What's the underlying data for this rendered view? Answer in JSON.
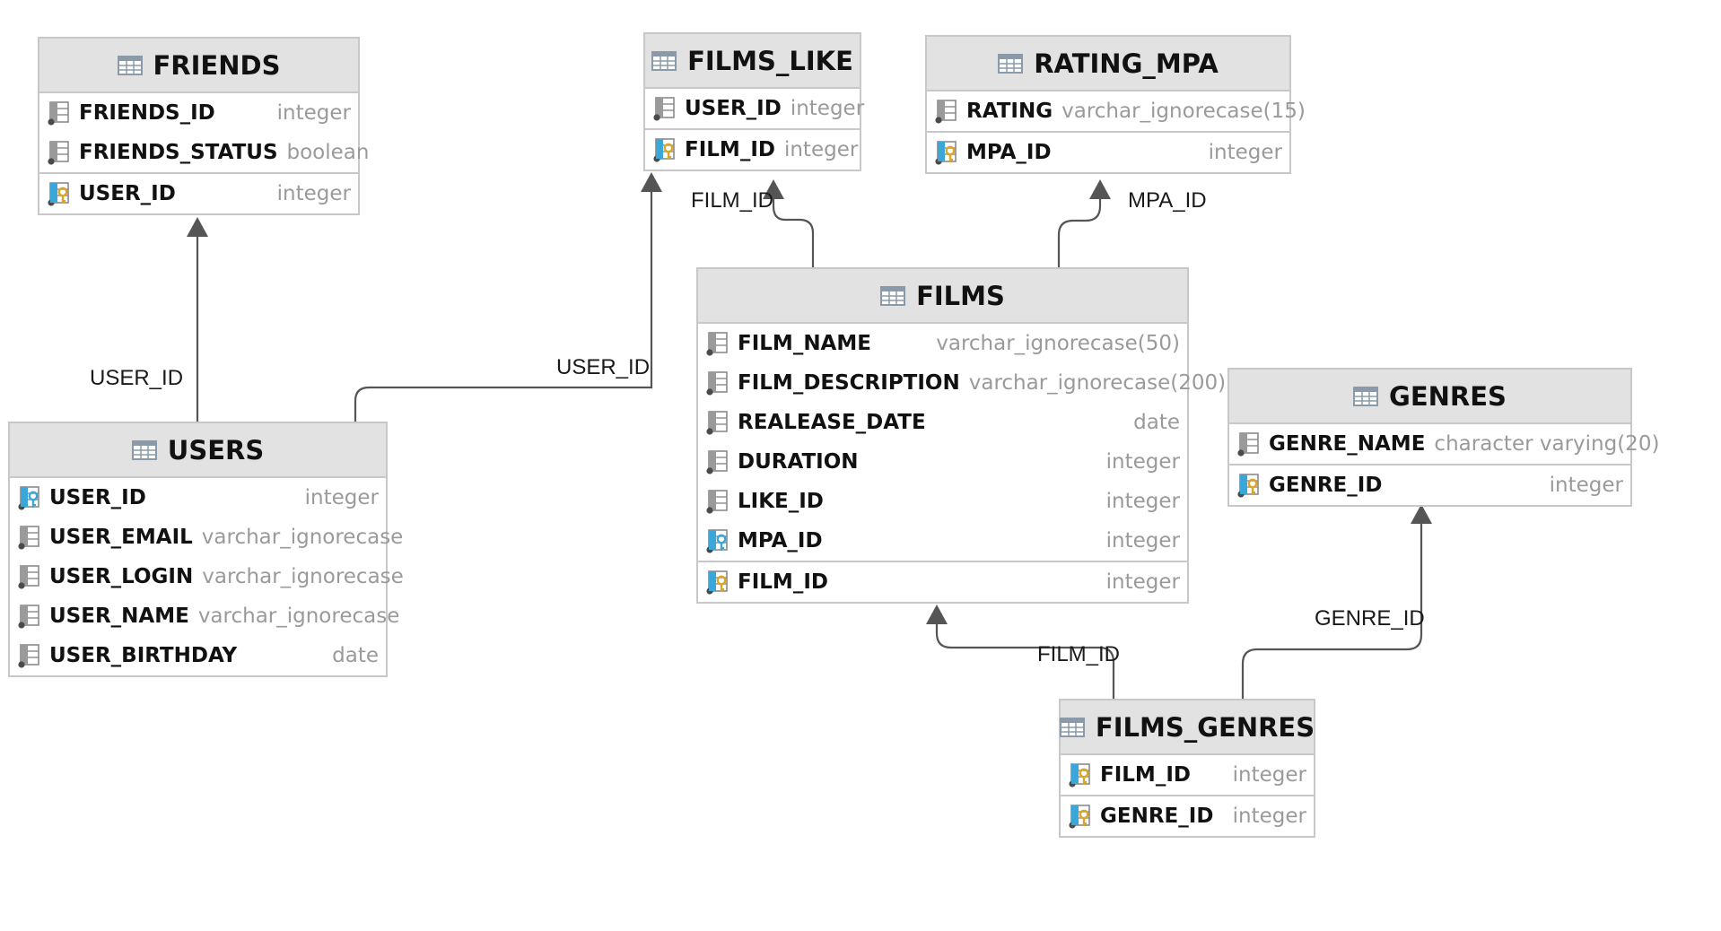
{
  "tables": {
    "friends": {
      "title": "FRIENDS",
      "columns": [
        {
          "name": "FRIENDS_ID",
          "type": "integer",
          "icon": "column-icon"
        },
        {
          "name": "FRIENDS_STATUS",
          "type": "boolean",
          "icon": "column-icon"
        },
        {
          "name": "USER_ID",
          "type": "integer",
          "icon": "foreign-key-icon"
        }
      ]
    },
    "films_like": {
      "title": "FILMS_LIKE",
      "columns": [
        {
          "name": "USER_ID",
          "type": "integer",
          "icon": "column-icon"
        },
        {
          "name": "FILM_ID",
          "type": "integer",
          "icon": "foreign-key-icon"
        }
      ]
    },
    "rating_mpa": {
      "title": "RATING_MPA",
      "columns": [
        {
          "name": "RATING",
          "type": "varchar_ignorecase(15)",
          "icon": "column-icon"
        },
        {
          "name": "MPA_ID",
          "type": "integer",
          "icon": "foreign-key-icon"
        }
      ]
    },
    "films": {
      "title": "FILMS",
      "columns": [
        {
          "name": "FILM_NAME",
          "type": "varchar_ignorecase(50)",
          "icon": "column-icon"
        },
        {
          "name": "FILM_DESCRIPTION",
          "type": "varchar_ignorecase(200)",
          "icon": "column-icon"
        },
        {
          "name": "REALEASE_DATE",
          "type": "date",
          "icon": "column-icon"
        },
        {
          "name": "DURATION",
          "type": "integer",
          "icon": "column-icon"
        },
        {
          "name": "LIKE_ID",
          "type": "integer",
          "icon": "column-icon"
        },
        {
          "name": "MPA_ID",
          "type": "integer",
          "icon": "reference-key-icon"
        },
        {
          "name": "FILM_ID",
          "type": "integer",
          "icon": "foreign-key-icon"
        }
      ]
    },
    "genres": {
      "title": "GENRES",
      "columns": [
        {
          "name": "GENRE_NAME",
          "type": "character varying(20)",
          "icon": "column-icon"
        },
        {
          "name": "GENRE_ID",
          "type": "integer",
          "icon": "foreign-key-icon"
        }
      ]
    },
    "users": {
      "title": "USERS",
      "columns": [
        {
          "name": "USER_ID",
          "type": "integer",
          "icon": "reference-key-icon"
        },
        {
          "name": "USER_EMAIL",
          "type": "varchar_ignorecase",
          "icon": "column-icon"
        },
        {
          "name": "USER_LOGIN",
          "type": "varchar_ignorecase",
          "icon": "column-icon"
        },
        {
          "name": "USER_NAME",
          "type": "varchar_ignorecase",
          "icon": "column-icon"
        },
        {
          "name": "USER_BIRTHDAY",
          "type": "date",
          "icon": "column-icon"
        }
      ]
    },
    "films_genres": {
      "title": "FILMS_GENRES",
      "columns": [
        {
          "name": "FILM_ID",
          "type": "integer",
          "icon": "foreign-key-icon"
        },
        {
          "name": "GENRE_ID",
          "type": "integer",
          "icon": "foreign-key-icon"
        }
      ]
    }
  },
  "relations": [
    {
      "label": "USER_ID",
      "from": "users",
      "to": "friends"
    },
    {
      "label": "USER_ID",
      "from": "users",
      "to": "films_like"
    },
    {
      "label": "FILM_ID",
      "from": "films",
      "to": "films_like"
    },
    {
      "label": "MPA_ID",
      "from": "films",
      "to": "rating_mpa"
    },
    {
      "label": "FILM_ID",
      "from": "films_genres",
      "to": "films"
    },
    {
      "label": "GENRE_ID",
      "from": "films_genres",
      "to": "genres"
    }
  ],
  "colors": {
    "header_bg": "#e2e2e2",
    "border": "#c8c8c8",
    "type_text": "#9a9a9a",
    "edge": "#555555",
    "key_blue": "#3aa7d8",
    "key_gold": "#d9a62a"
  }
}
